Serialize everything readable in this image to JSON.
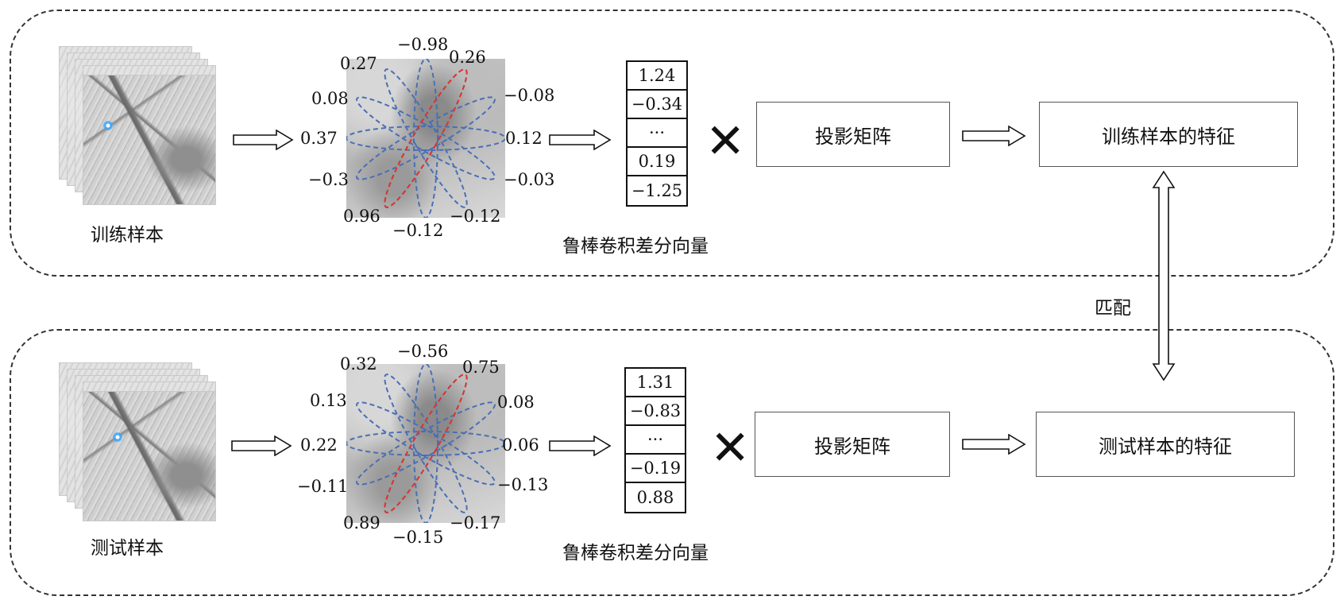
{
  "training": {
    "sample_label": "训练样本",
    "feature_angles": {
      "top": "−0.98",
      "top_left": "0.27",
      "top_right": "0.26",
      "upper_left": "0.08",
      "upper_right": "−0.08",
      "left": "0.37",
      "right": "0.12",
      "lower_left": "−0.3",
      "lower_right": "−0.03",
      "bottom_left": "0.96",
      "bottom": "−0.12",
      "bottom_right": "−0.12"
    },
    "vector_values": [
      "1.24",
      "−0.34",
      "···",
      "0.19",
      "−1.25"
    ],
    "vector_label": "鲁棒卷积差分向量",
    "projection_label": "投影矩阵",
    "feature_label": "训练样本的特征"
  },
  "testing": {
    "sample_label": "测试样本",
    "feature_angles": {
      "top": "−0.56",
      "top_left": "0.32",
      "top_right": "0.75",
      "upper_left": "0.13",
      "upper_right": "0.08",
      "left": "0.22",
      "right": "0.06",
      "lower_left": "−0.11",
      "lower_right": "−0.13",
      "bottom_left": "0.89",
      "bottom": "−0.15",
      "bottom_right": "−0.17"
    },
    "vector_values": [
      "1.31",
      "−0.83",
      "···",
      "−0.19",
      "0.88"
    ],
    "vector_label": "鲁棒卷积差分向量",
    "projection_label": "投影矩阵",
    "feature_label": "测试样本的特征"
  },
  "match_label": "匹配",
  "multiply_symbol": "✕",
  "colors": {
    "ellipse_blue": "#4a6fb5",
    "ellipse_red": "#e0342a",
    "border": "#333333"
  }
}
